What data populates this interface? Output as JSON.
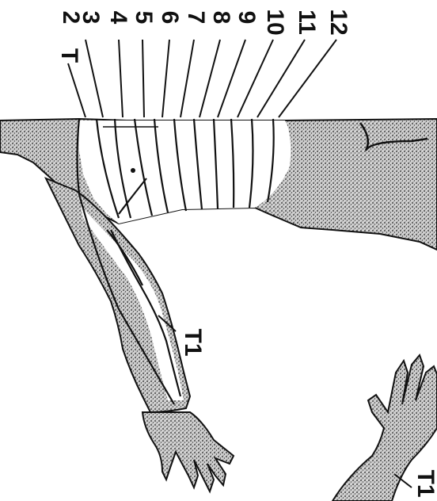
{
  "labels": {
    "t_top": "T",
    "levels": [
      "2",
      "3",
      "4",
      "5",
      "6",
      "7",
      "8",
      "9",
      "10",
      "11",
      "12"
    ],
    "t1_arm": "T1",
    "t1_corner": "T1"
  },
  "colors": {
    "ink": "#111111",
    "stipple": "#7a7a7a",
    "paper": "#ffffff"
  }
}
